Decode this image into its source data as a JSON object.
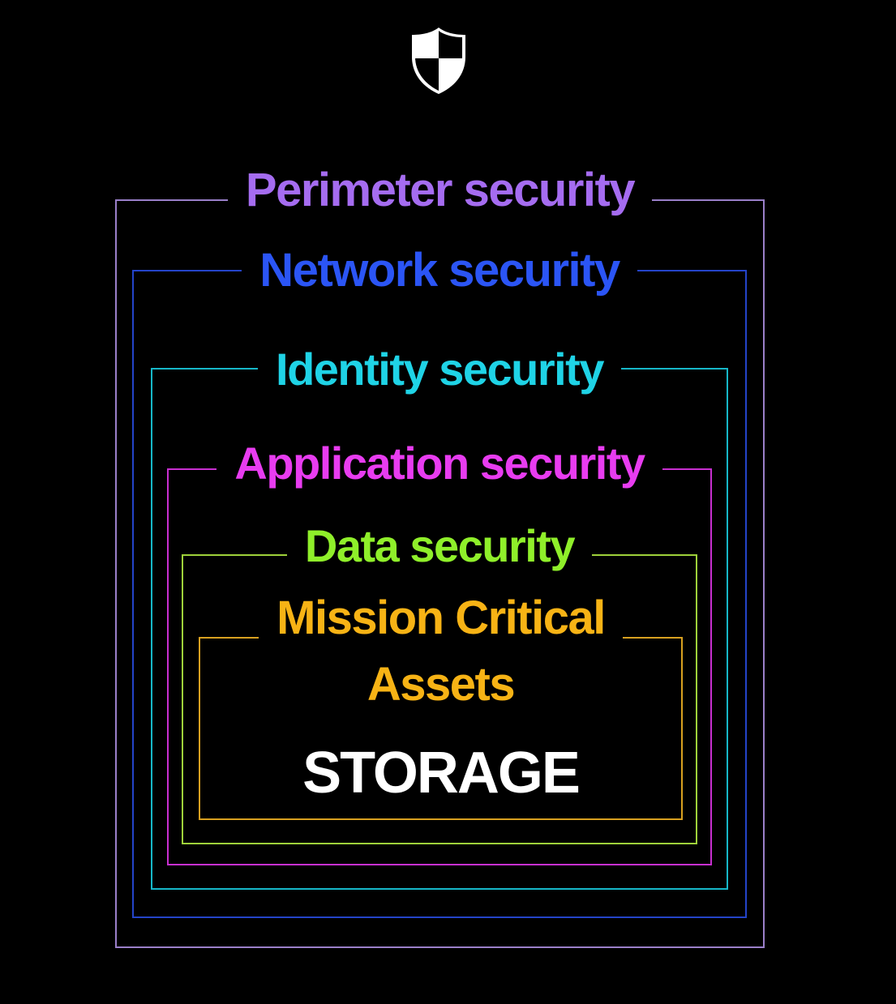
{
  "icon": {
    "name": "shield-icon",
    "color": "#ffffff"
  },
  "layers": [
    {
      "key": "perimeter",
      "label": "Perimeter security",
      "color": "#a56cf0",
      "border_color": "#9a7fc9"
    },
    {
      "key": "network",
      "label": "Network security",
      "color": "#2b55f5",
      "border_color": "#2444c9"
    },
    {
      "key": "identity",
      "label": "Identity security",
      "color": "#1fd3e6",
      "border_color": "#16b7c8"
    },
    {
      "key": "application",
      "label": "Application security",
      "color": "#e83cf0",
      "border_color": "#c82fd0"
    },
    {
      "key": "data",
      "label": "Data security",
      "color": "#8fef2a",
      "border_color": "#9ed13a"
    },
    {
      "key": "mission",
      "label": "Mission Critical",
      "color": "#f7b315",
      "border_color": "#d8a020"
    }
  ],
  "core": {
    "assets_label": "Assets",
    "assets_color": "#f7b315",
    "storage_label": "STORAGE"
  }
}
